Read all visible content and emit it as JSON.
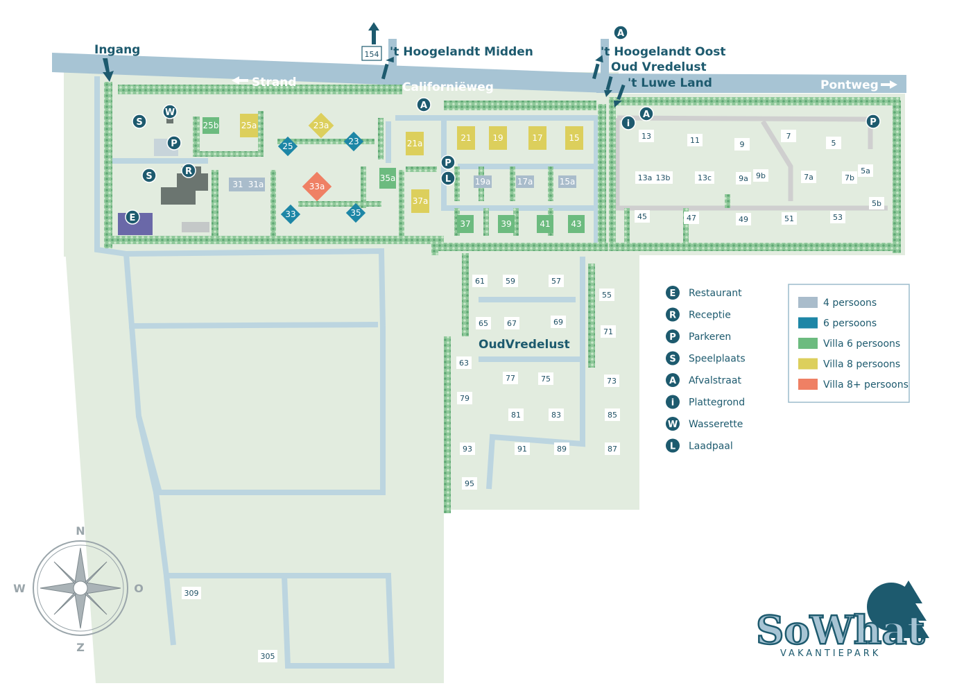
{
  "places": {
    "entrance": "Ingang",
    "beach": "Strand",
    "road_main": "Californiëweg",
    "road_east": "Pontweg",
    "midden": "'t Hoogelandt Midden",
    "oost": "'t Hoogelandt Oost",
    "oudvredelust_top": "Oud Vredelust",
    "luwe_land": "'t Luwe Land",
    "oudvredelust_area": "OudVredelust",
    "sign_154": "154"
  },
  "markers": {
    "S1": "S",
    "W": "W",
    "P1": "P",
    "S2": "S",
    "R": "R",
    "E": "E",
    "A1": "A",
    "P2": "P",
    "L": "L",
    "A2": "A",
    "A3": "A",
    "i": "i",
    "P3": "P"
  },
  "houses": [
    {
      "label": "25b",
      "type": "villa6"
    },
    {
      "label": "25a",
      "type": "villa8"
    },
    {
      "label": "23a",
      "type": "villa8"
    },
    {
      "label": "25",
      "type": "p6"
    },
    {
      "label": "23",
      "type": "p6"
    },
    {
      "label": "21a",
      "type": "villa8"
    },
    {
      "label": "21",
      "type": "villa8"
    },
    {
      "label": "19",
      "type": "villa8"
    },
    {
      "label": "17",
      "type": "villa8"
    },
    {
      "label": "15",
      "type": "villa8"
    },
    {
      "label": "31",
      "type": "p4"
    },
    {
      "label": "31a",
      "type": "p4"
    },
    {
      "label": "33a",
      "type": "villa8plus"
    },
    {
      "label": "35a",
      "type": "villa6"
    },
    {
      "label": "37a",
      "type": "villa8"
    },
    {
      "label": "33",
      "type": "p6"
    },
    {
      "label": "35",
      "type": "p6"
    },
    {
      "label": "19a",
      "type": "p4"
    },
    {
      "label": "17a",
      "type": "p4"
    },
    {
      "label": "15a",
      "type": "p4"
    },
    {
      "label": "37",
      "type": "villa6"
    },
    {
      "label": "39",
      "type": "villa6"
    },
    {
      "label": "41",
      "type": "villa6"
    },
    {
      "label": "43",
      "type": "villa6"
    }
  ],
  "plots": [
    "13",
    "11",
    "9",
    "7",
    "5",
    "13a",
    "13b",
    "13c",
    "9a",
    "9b",
    "7a",
    "7b",
    "5a",
    "5b",
    "45",
    "47",
    "49",
    "51",
    "53",
    "61",
    "59",
    "57",
    "55",
    "65",
    "67",
    "69",
    "71",
    "63",
    "77",
    "75",
    "73",
    "79",
    "81",
    "83",
    "85",
    "93",
    "91",
    "89",
    "87",
    "95",
    "309",
    "305"
  ],
  "legend_keys": [
    {
      "letter": "E",
      "text": "Restaurant"
    },
    {
      "letter": "R",
      "text": "Receptie"
    },
    {
      "letter": "P",
      "text": "Parkeren"
    },
    {
      "letter": "S",
      "text": "Speelplaats"
    },
    {
      "letter": "A",
      "text": "Afvalstraat"
    },
    {
      "letter": "i",
      "text": "Plattegrond"
    },
    {
      "letter": "W",
      "text": "Wasserette"
    },
    {
      "letter": "L",
      "text": "Laadpaal"
    }
  ],
  "legend_types": [
    {
      "text": "4 persoons",
      "color": "#a9bccb"
    },
    {
      "text": "6 persoons",
      "color": "#1d86a6"
    },
    {
      "text": "Villa 6 persoons",
      "color": "#6cbb7f"
    },
    {
      "text": "Villa 8 persoons",
      "color": "#dccf5c"
    },
    {
      "text": "Villa 8+ persoons",
      "color": "#ef8064"
    }
  ],
  "compass": {
    "n": "N",
    "z": "Z",
    "w": "W",
    "o": "O"
  },
  "logo": {
    "name": "SoWhat",
    "sub": "VAKANTIEPARK"
  },
  "colors": {
    "road": "#a7c4d4",
    "land": "#e2ecdf",
    "hedge": "#9fcfa6",
    "path": "#bcd5e0",
    "dark": "#1d5a6e",
    "p4": "#a9bccb",
    "p6": "#1d86a6",
    "villa6": "#6cbb7f",
    "villa8": "#dccf5c",
    "villa8plus": "#ef8064"
  }
}
